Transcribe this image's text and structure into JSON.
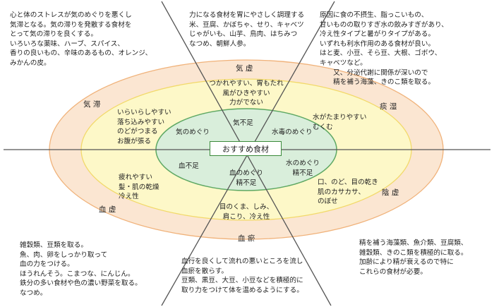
{
  "colors": {
    "outer_ring": "#fbe6d2",
    "middle_ring": "#fdf8c8",
    "inner_ellipse": "#d9eedb",
    "outer_stroke": "#f0b27a",
    "middle_stroke": "#f2d96a",
    "inner_stroke": "#5ea863",
    "divider_lines": "#555555",
    "center_box_border": "#3a8a3a"
  },
  "center_label": "おすすめ食材",
  "outer_labels": {
    "kitai": "気 虚",
    "shisshitsu": "痰 湿",
    "inkyo": "陰 虚",
    "oketsu": "血 瘀",
    "kekkyo": "血 虚",
    "kitai2": "気 滞"
  },
  "middle_texts": {
    "kitai": "つかれやすい、胃もたれ\n風がひきやすい\n力がでない",
    "shisshitsu": "水がたまりやすい\nむくむ",
    "inkyo": "口、のど、目の乾き\n肌のカサカサ、\nのぼせ",
    "oketsu": "目のくま、しみ、\n肩こり、冷え性",
    "kekkyo": "疲れやすい\n髪・肌の乾燥\n冷え性",
    "kitai2": "いらいらしやすい\n落ち込みやすい\nのどがつまる\nお腹が張る"
  },
  "inner_texts": {
    "kibusoku": "気不足",
    "suidoku": "水毒のめぐり",
    "mizu_meguri": "水のめぐり\n精不足",
    "chi_meguri": "血のめぐり\n精不足",
    "ketsubusoku": "血不足",
    "ki_meguri": "気のめぐり"
  },
  "corner_texts": {
    "top_left": "心と体のストレスが気のめぐりを悪くし\n気滞となる。気の滞りを発散する食材を\nとって気の滞りを良くする。\nいろいろな薬味、ハーブ、スパイス、\n香りの良いもの、辛味のあるもの、オレンジ、\nみかんの皮。",
    "top_center": "力になる食材を胃にやさしく調理する\n米、豆腐、かぼちゃ、せり、キャベツ\nじゃがいも、山芋、鳥肉、はちみつ\nなつめ、朝鮮人参。",
    "top_right": "原因に食の不摂生、脂っこいもの、\n甘いものの取りすぎ水の飲みすぎがあり、\n冷え性タイプと暑がりタイプがある。\nいずれも利水作用のある食材が良い。\nはと麦、小豆、そら豆、大根、ゴボウ、\nキャベツなど。\n　　又、分泌代謝に関係が深いので\n　　精を補う海藻、きのこ類を取る。",
    "bottom_left": "雑穀類、豆類を取る。\n魚、肉、卵をしっかり取って\n血の力をつける。\nほうれんそう。こまつな、にんじん。\n鉄分の多い食材や色の濃い野菜を取る。\nなつめ。",
    "bottom_center": "血行を良くして流れの悪いところを流し\n血瘀を散らす。\n豆類、黒豆、大豆、小豆などを積極的に\n取り力をつけて体を温めるようにする。",
    "bottom_right": "精を補う海藻類、魚介類、豆腐類、\n雑穀類、きのこ類を積極的に取る。\n加齢により精が衰えるので特に\nこれらの食材が必要。"
  }
}
